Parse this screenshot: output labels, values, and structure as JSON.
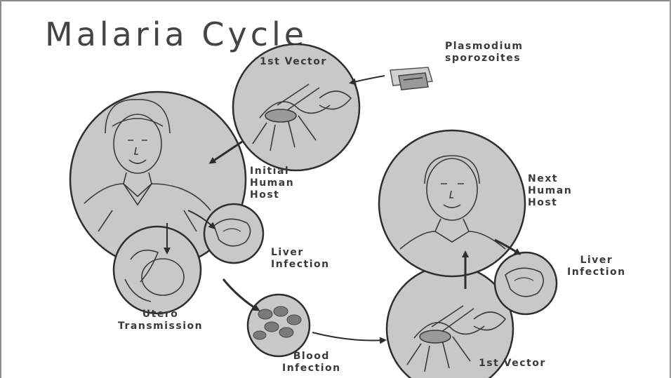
{
  "title": "Malaria Cycle",
  "labels": {
    "plasmodium_line1": "Plasmodium",
    "plasmodium_line2": "sporozoites",
    "first_vector_top": "1st Vector",
    "initial_host_line1": "Initial",
    "initial_host_line2": "Human",
    "initial_host_line3": "Host",
    "liver_left_line1": "Liver",
    "liver_left_line2": "Infection",
    "utero_line1": "Utero",
    "utero_line2": "Transmission",
    "blood_line1": "Blood",
    "blood_line2": "Infection",
    "first_vector_bottom": "1st Vector",
    "next_host_line1": "Next",
    "next_host_line2": "Human",
    "next_host_line3": "Host",
    "liver_right_line1": "Liver",
    "liver_right_line2": "Infection"
  },
  "colors": {
    "circle_fill": "#c8c8c8",
    "stroke": "#2e2e2e",
    "text": "#3a3a3a",
    "frame": "#8a8a8a"
  }
}
